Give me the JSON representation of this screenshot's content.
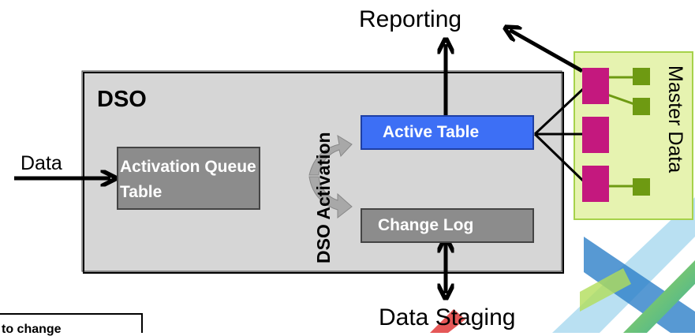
{
  "diagram": {
    "dso_label": "DSO",
    "data_label": "Data",
    "activation_queue_label": "Activation Queue Table",
    "dso_activation_label": "DSO Activation",
    "active_table_label": "Active Table",
    "change_log_label": "Change Log",
    "reporting_label": "Reporting",
    "data_staging_label": "Data Staging",
    "master_data_label": "Master Data",
    "note_text": "to change"
  },
  "colors": {
    "dso_fill": "#d6d6d6",
    "queue_fill": "#8c8c8c",
    "active_fill": "#3d6ff5",
    "changelog_fill": "#8c8c8c",
    "master_panel": "#e6f3b0",
    "master_border": "#a6d24a",
    "master_node": "#c4187e",
    "master_leaf": "#6e9a12"
  }
}
